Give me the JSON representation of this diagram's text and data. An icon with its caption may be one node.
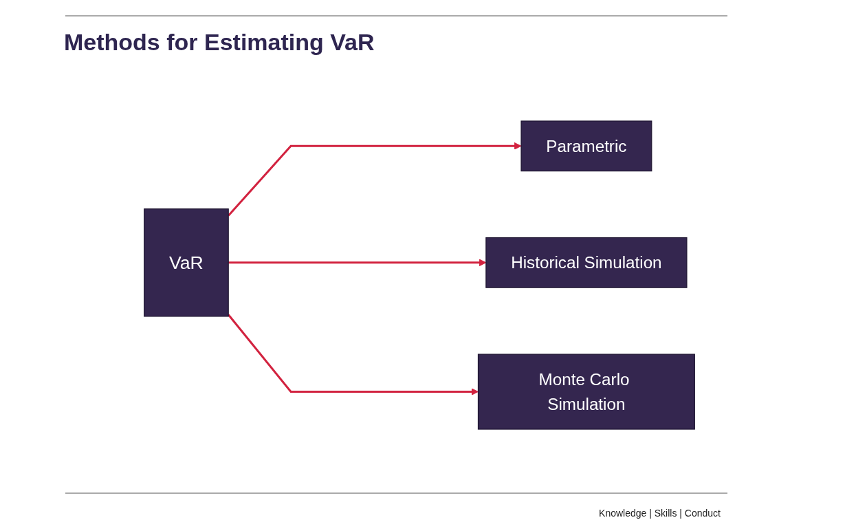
{
  "diagram": {
    "title": "Methods for Estimating VaR",
    "nodes": [
      {
        "text": [
          "VaR"
        ]
      },
      {
        "text": [
          "Parametric"
        ]
      },
      {
        "text": [
          "Historical Simulation"
        ]
      },
      {
        "text": [
          "Monte Carlo Simulation"
        ]
      }
    ],
    "edges": [
      {
        "from": 0,
        "to": 1,
        "arrow": "to",
        "color": "#d2223f"
      },
      {
        "from": 0,
        "to": 2,
        "arrow": "to",
        "color": "#d2223f"
      },
      {
        "from": 0,
        "to": 3,
        "arrow": "to",
        "color": "#d2223f"
      }
    ],
    "labels": [
      "Knowledge | Skills | Conduct"
    ]
  }
}
